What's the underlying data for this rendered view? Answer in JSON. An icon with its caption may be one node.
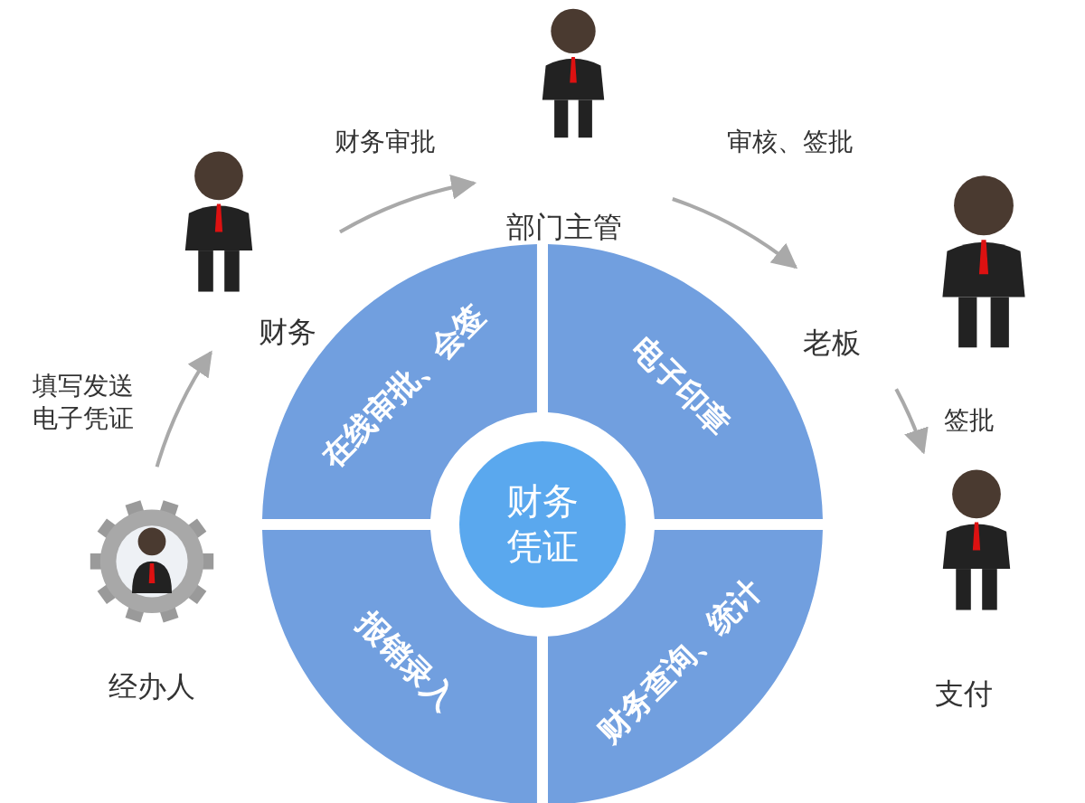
{
  "diagram": {
    "nodes": [
      {
        "text": [
          "经办人"
        ]
      },
      {
        "text": [
          "财务"
        ]
      },
      {
        "text": [
          "部门主管"
        ]
      },
      {
        "text": [
          "老板"
        ]
      },
      {
        "text": [
          "支付"
        ]
      },
      {
        "text": [
          "财务凭证"
        ]
      },
      {
        "text": [
          "在线审批、会签"
        ]
      },
      {
        "text": [
          "电子印章"
        ]
      },
      {
        "text": [
          "报销录入"
        ]
      },
      {
        "text": [
          "财务查询、统计"
        ]
      }
    ],
    "edges": [
      {
        "from": 0,
        "to": 1,
        "arrow": "to",
        "label": "填写发送电子凭证"
      },
      {
        "from": 1,
        "to": 2,
        "arrow": "to",
        "label": "财务审批"
      },
      {
        "from": 2,
        "to": 3,
        "arrow": "to",
        "label": "审核、签批"
      },
      {
        "from": 3,
        "to": 4,
        "arrow": "to",
        "label": "签批"
      }
    ]
  }
}
